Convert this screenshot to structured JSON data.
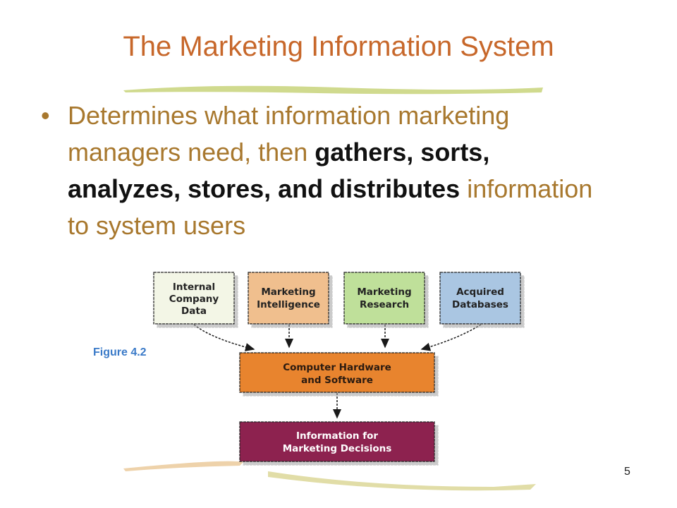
{
  "title": "The Marketing Information System",
  "bullet": {
    "lead": "Determines what information marketing managers need, then ",
    "bold": "gathers, sorts, analyzes, stores, and distributes",
    "tail": " information to system users"
  },
  "figure_label": "Figure 4.2",
  "slide_number": "5",
  "diagram": {
    "sources": [
      {
        "lines": [
          "Internal",
          "Company",
          "Data"
        ],
        "color": "#f3f6e6"
      },
      {
        "lines": [
          "Marketing",
          "Intelligence"
        ],
        "color": "#f0bf8e"
      },
      {
        "lines": [
          "Marketing",
          "Research"
        ],
        "color": "#bfe09a"
      },
      {
        "lines": [
          "Acquired",
          "Databases"
        ],
        "color": "#aac6e2"
      }
    ],
    "processor": {
      "lines": [
        "Computer Hardware",
        "and Software"
      ],
      "color": "#e8842e"
    },
    "output": {
      "lines": [
        "Information for",
        "Marketing Decisions"
      ],
      "color": "#8d2350"
    }
  }
}
